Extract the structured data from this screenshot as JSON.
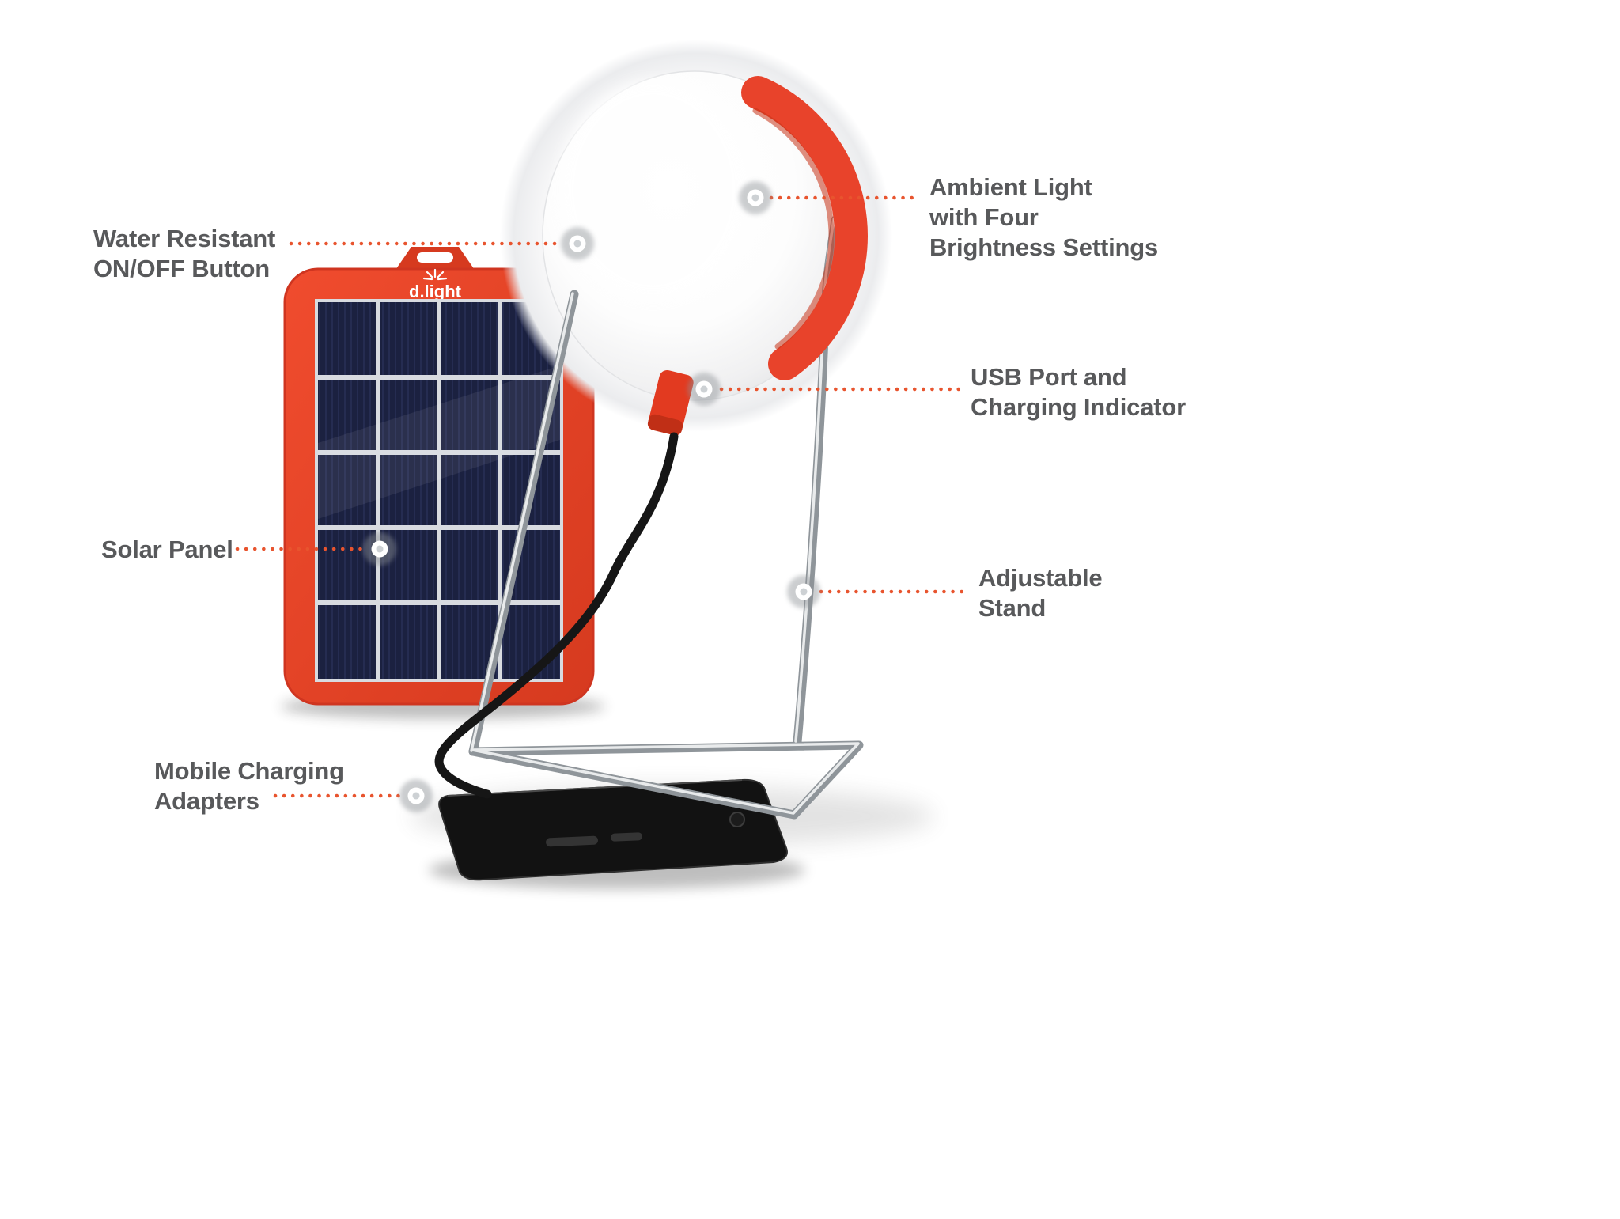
{
  "product": {
    "brand": "d.light"
  },
  "callouts": [
    {
      "name": "water-resistant-on-off-button",
      "lines": [
        "Water Resistant",
        "ON/OFF Button"
      ]
    },
    {
      "name": "ambient-light",
      "lines": [
        "Ambient Light",
        "with Four",
        "Brightness Settings"
      ]
    },
    {
      "name": "usb-port-charging-indicator",
      "lines": [
        "USB Port and",
        "Charging Indicator"
      ]
    },
    {
      "name": "solar-panel",
      "lines": [
        "Solar Panel"
      ]
    },
    {
      "name": "adjustable-stand",
      "lines": [
        "Adjustable",
        "Stand"
      ]
    },
    {
      "name": "mobile-charging-adapters",
      "lines": [
        "Mobile Charging",
        "Adapters"
      ]
    }
  ],
  "colors": {
    "accent_orange": "#e8542e",
    "label_text": "#58595b",
    "panel_red": "#e8432b",
    "solar_cell_navy": "#1b2140",
    "chrome": "#8f959a"
  }
}
